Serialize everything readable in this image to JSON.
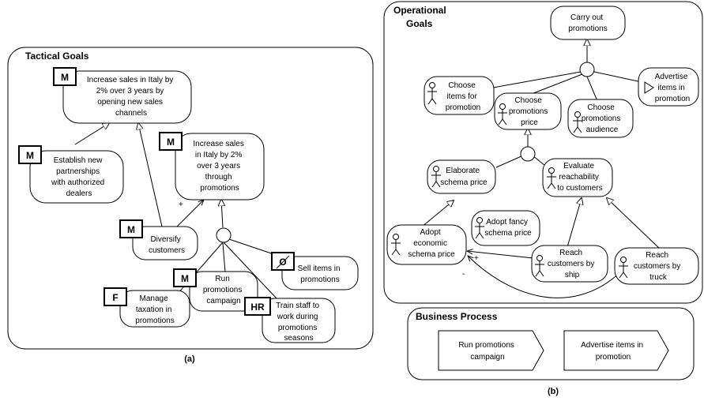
{
  "panel_a": {
    "title": "Tactical Goals",
    "caption": "(a)",
    "goals": [
      {
        "badge": "M",
        "lines": [
          "Increase sales in Italy by",
          "2% over 3 years by",
          "opening new sales",
          "channels"
        ]
      },
      {
        "badge": "M",
        "lines": [
          "Establish new",
          "partnerships",
          "with authorized",
          "dealers"
        ]
      },
      {
        "badge": "M",
        "lines": [
          "Increase sales",
          "in Italy by 2%",
          "over 3 years",
          "through",
          "promotions"
        ]
      },
      {
        "badge": "M",
        "lines": [
          "Diversify",
          "customers"
        ]
      },
      {
        "badge": "O",
        "lines": [
          "Sell items in",
          "promotions"
        ]
      },
      {
        "badge": "M",
        "lines": [
          "Run",
          "promotions",
          "campaign"
        ]
      },
      {
        "badge": "F",
        "lines": [
          "Manage",
          "taxation in",
          "promotions"
        ]
      },
      {
        "badge": "HR",
        "lines": [
          "Train staff to",
          "work during",
          "promotions",
          "seasons"
        ]
      }
    ],
    "plus_mark": "+"
  },
  "panel_b": {
    "title_lines": [
      "Operational",
      "Goals"
    ],
    "caption": "(b)",
    "goals": [
      {
        "lines": [
          "Carry out",
          "promotions"
        ]
      },
      {
        "lines": [
          "Choose",
          "items for",
          "promotion"
        ]
      },
      {
        "lines": [
          "Advertise",
          "items in",
          "promotion"
        ]
      },
      {
        "lines": [
          "Choose",
          "promotions",
          "price"
        ]
      },
      {
        "lines": [
          "Choose",
          "promotions",
          "audience"
        ]
      },
      {
        "lines": [
          "Elaborate",
          "schema price"
        ]
      },
      {
        "lines": [
          "Evaluate",
          "reachability",
          "to customers"
        ]
      },
      {
        "lines": [
          "Adopt fancy",
          "schema price"
        ]
      },
      {
        "lines": [
          "Adopt",
          "economic",
          "schema price"
        ]
      },
      {
        "lines": [
          "Reach",
          "customers by",
          "ship"
        ]
      },
      {
        "lines": [
          "Reach",
          "customers by",
          "truck"
        ]
      }
    ],
    "plus_mark": "+",
    "minus_mark": "-"
  },
  "business_process": {
    "title": "Business Process",
    "steps": [
      {
        "lines": [
          "Run promotions",
          "campaign"
        ]
      },
      {
        "lines": [
          "Advertise items in",
          "promotion"
        ]
      }
    ]
  }
}
